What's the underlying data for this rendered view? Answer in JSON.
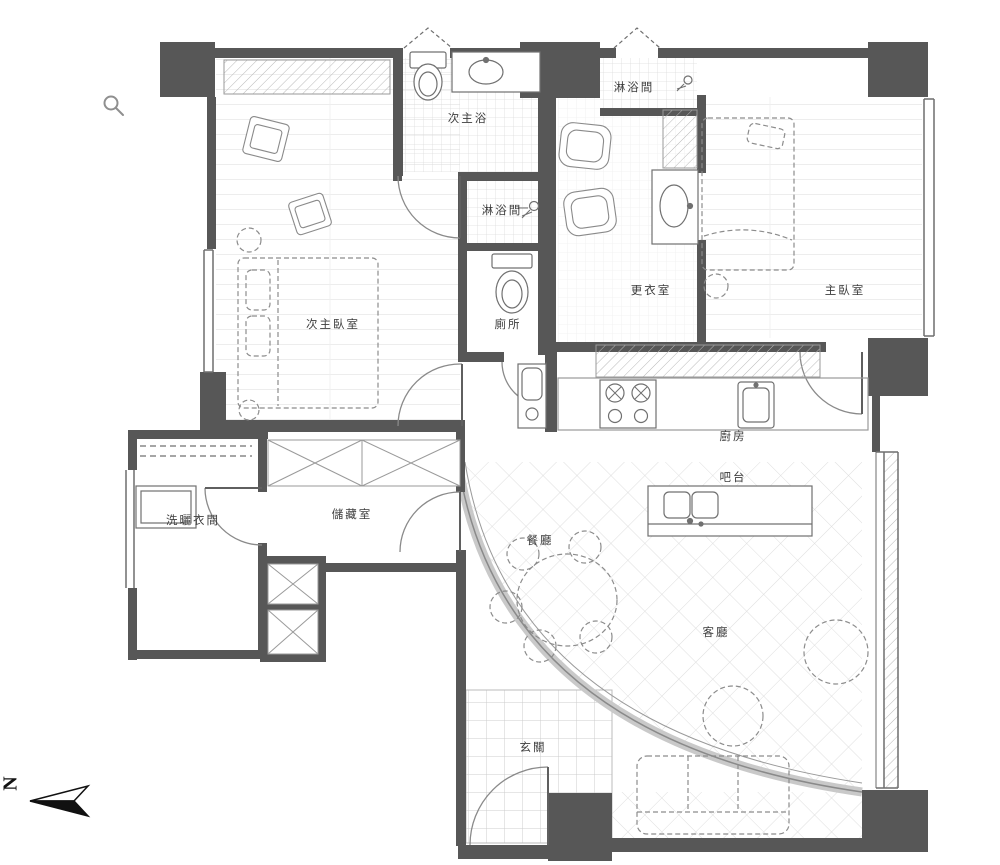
{
  "title": "apartment floor plan",
  "rooms": [
    {
      "name": "secondary-master-bath",
      "label": "次主浴"
    },
    {
      "name": "shower-room-top",
      "label": "淋浴間"
    },
    {
      "name": "shower-room-middle",
      "label": "淋浴間"
    },
    {
      "name": "toilet-room",
      "label": "廁所"
    },
    {
      "name": "walk-in-closet",
      "label": "更衣室"
    },
    {
      "name": "master-bedroom",
      "label": "主臥室"
    },
    {
      "name": "secondary-master-bedroom",
      "label": "次主臥室"
    },
    {
      "name": "kitchen",
      "label": "廚房"
    },
    {
      "name": "bar-counter",
      "label": "吧台"
    },
    {
      "name": "laundry-drying-room",
      "label": "洗曬衣間"
    },
    {
      "name": "storage-room",
      "label": "儲藏室"
    },
    {
      "name": "dining-room",
      "label": "餐廳"
    },
    {
      "name": "living-room",
      "label": "客廳"
    },
    {
      "name": "entryway",
      "label": "玄關"
    }
  ],
  "compass": {
    "letter": "N"
  },
  "colors": {
    "wall": "#575757",
    "fixture_line": "#707070",
    "dashed_furniture": "#8c8c8c",
    "tile_line": "#d9d9d9",
    "label_text": "#3d3d3d",
    "background": "#ffffff"
  }
}
